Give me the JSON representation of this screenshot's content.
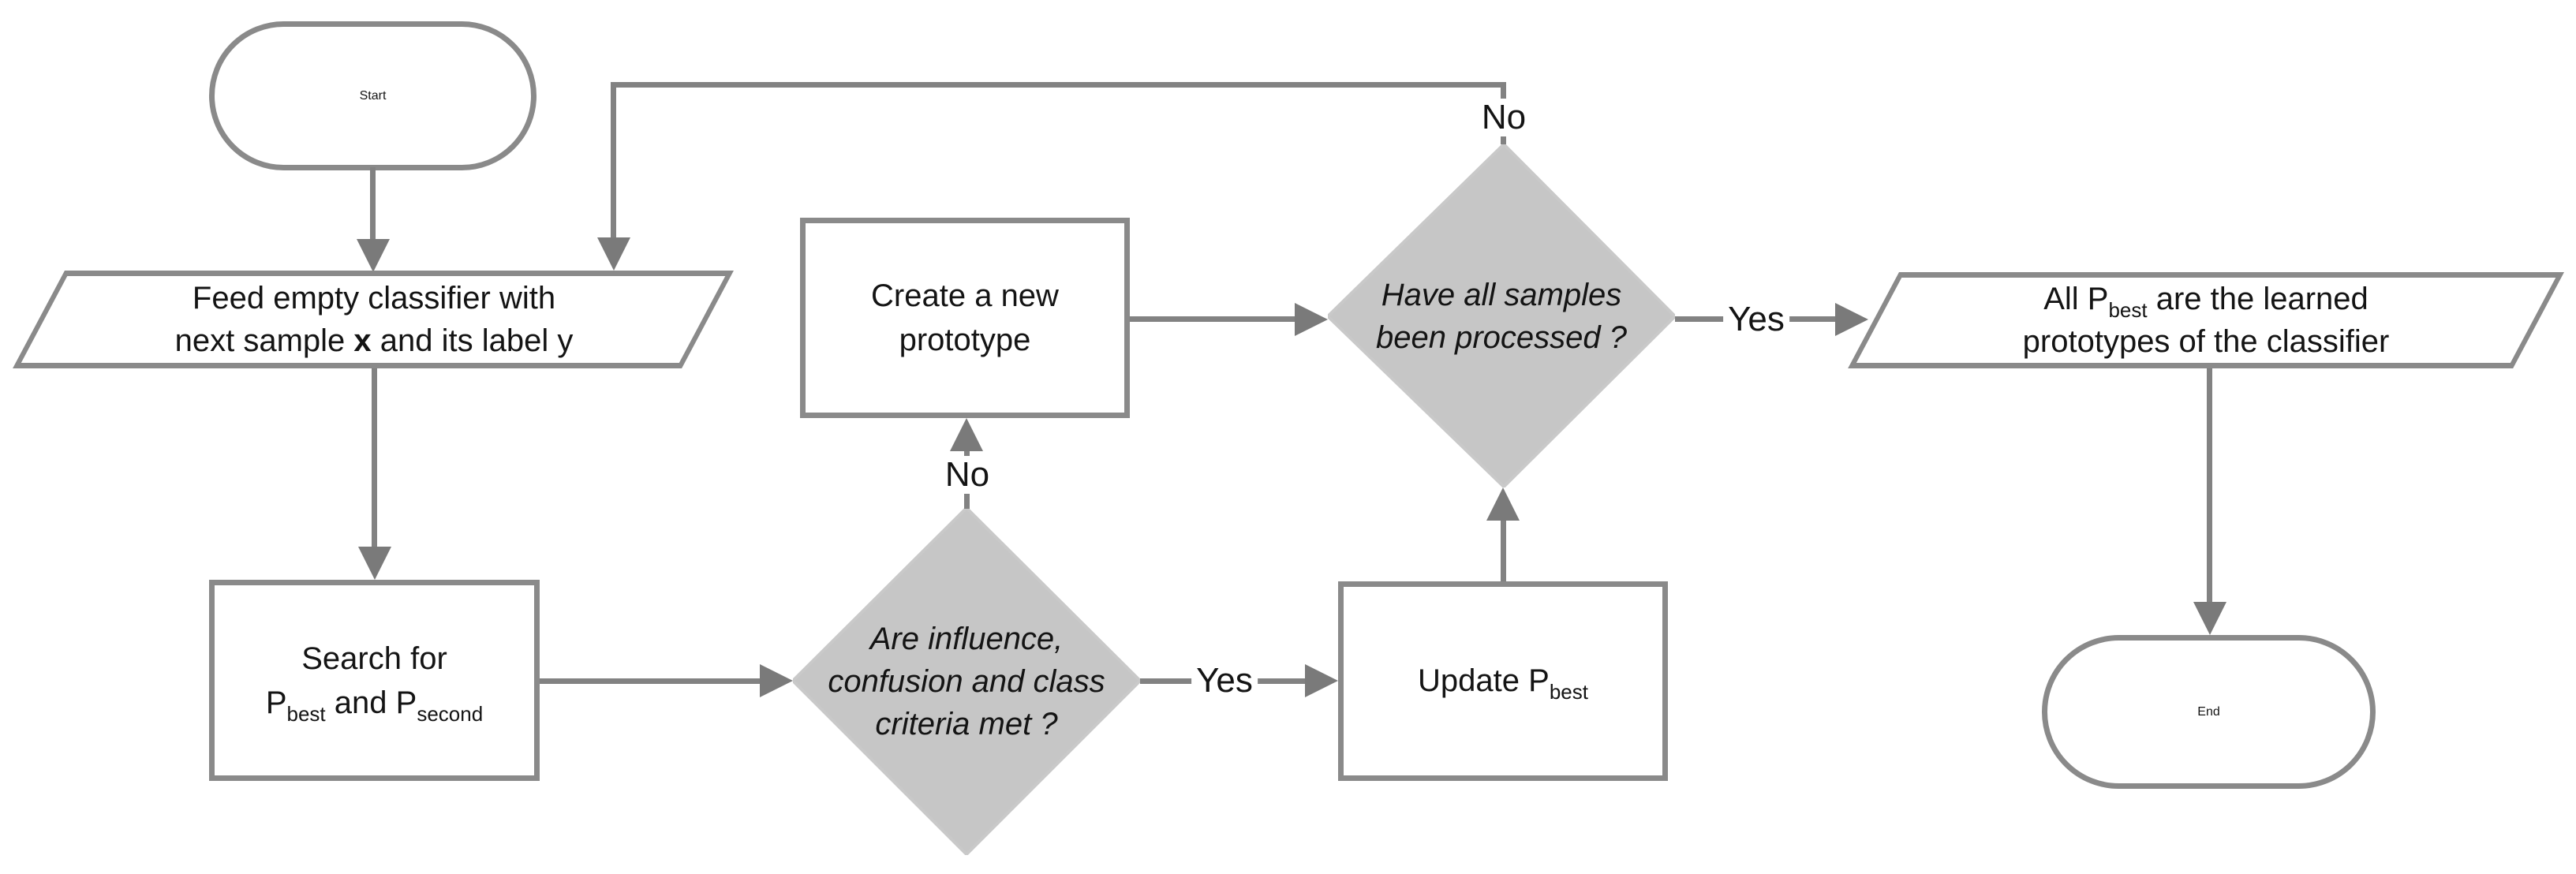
{
  "flowchart": {
    "colors": {
      "shape_border": "#8a8a8a",
      "connector": "#828282",
      "arrowhead": "#7a7a7a",
      "diamond_fill": "#c6c6c6",
      "diamond_border": "#c9c9c9",
      "text": "#141414",
      "background": "#ffffff"
    },
    "nodes": {
      "start": {
        "label": "Start"
      },
      "feed": {
        "line1": "Feed empty classifier with",
        "line2_pre": "next sample ",
        "line2_bold": "x",
        "line2_post": " and its label y"
      },
      "search": {
        "line1": "Search for",
        "p1": "P",
        "p1_sub": "best",
        "mid": " and P",
        "p2_sub": "second"
      },
      "criteria": {
        "line1": "Are influence,",
        "line2": "confusion and class",
        "line3": "criteria met ?"
      },
      "create": {
        "line1": "Create a new",
        "line2": "prototype"
      },
      "update": {
        "pre": "Update P",
        "sub": "best"
      },
      "processed": {
        "line1": "Have all samples",
        "line2": "been processed ?"
      },
      "allp": {
        "line1_pre": "All P",
        "line1_sub": "best",
        "line1_post": " are the learned",
        "line2": "prototypes of the classifier"
      },
      "end": {
        "label": "End"
      }
    },
    "edge_labels": {
      "criteria_yes": "Yes",
      "criteria_no": "No",
      "processed_yes": "Yes",
      "processed_no": "No"
    }
  }
}
